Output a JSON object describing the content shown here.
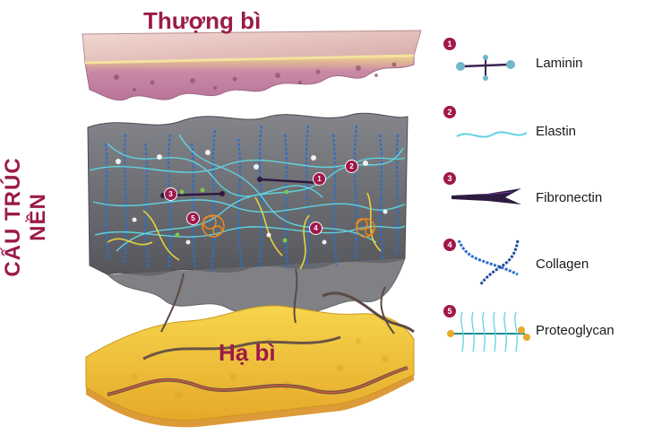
{
  "labels": {
    "top_layer": "Thượng bì",
    "middle_layer": "CẤU TRÚC NỀN",
    "bottom_layer": "Hạ bì"
  },
  "legend": [
    {
      "number": "1",
      "name": "Laminin",
      "icon": "laminin-icon"
    },
    {
      "number": "2",
      "name": "Elastin",
      "icon": "elastin-icon"
    },
    {
      "number": "3",
      "name": "Fibronectin",
      "icon": "fibronectin-icon"
    },
    {
      "number": "4",
      "name": "Collagen",
      "icon": "collagen-icon"
    },
    {
      "number": "5",
      "name": "Proteoglycan",
      "icon": "proteoglycan-icon"
    }
  ],
  "markers": [
    "1",
    "2",
    "3",
    "4",
    "5"
  ],
  "colors": {
    "accent": "#9b1b4a",
    "epidermis_surface": "#e8c4c0",
    "epidermis_side": "#c98aa6",
    "matrix": "#6d6e72",
    "dermis": "#f2c531",
    "elastin": "#5fd3e0",
    "collagen": "#2a6fc9",
    "fibronectin": "#2e1b3f"
  }
}
